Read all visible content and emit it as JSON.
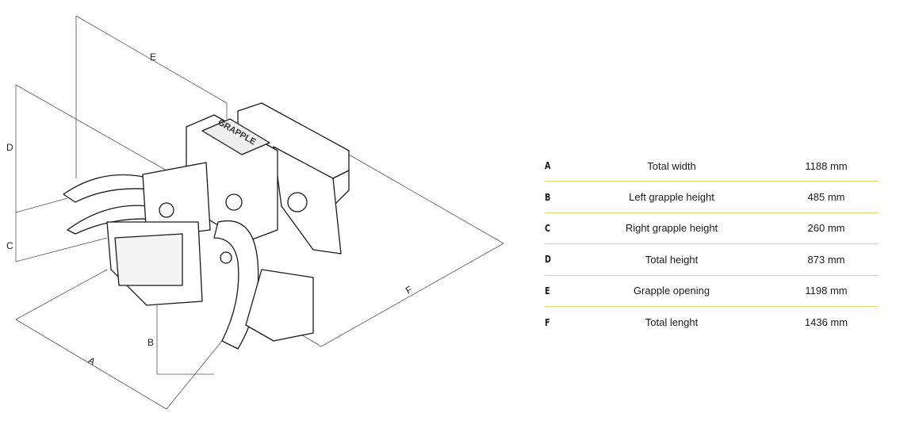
{
  "dimension_labels": {
    "A": "A",
    "B": "B",
    "C": "C",
    "D": "D",
    "E": "E",
    "F": "F"
  },
  "logo_text": "GRAPPLE",
  "specs": [
    {
      "key": "A",
      "name": "Total width",
      "value": "1188 mm"
    },
    {
      "key": "B",
      "name": "Left grapple height",
      "value": "485 mm"
    },
    {
      "key": "C",
      "name": "Right grapple height",
      "value": "260 mm"
    },
    {
      "key": "D",
      "name": "Total height",
      "value": "873 mm"
    },
    {
      "key": "E",
      "name": "Grapple opening",
      "value": "1198 mm"
    },
    {
      "key": "F",
      "name": "Total lenght",
      "value": "1436 mm"
    }
  ],
  "colors": {
    "divider": "#e6d46e",
    "line": "#222222"
  }
}
